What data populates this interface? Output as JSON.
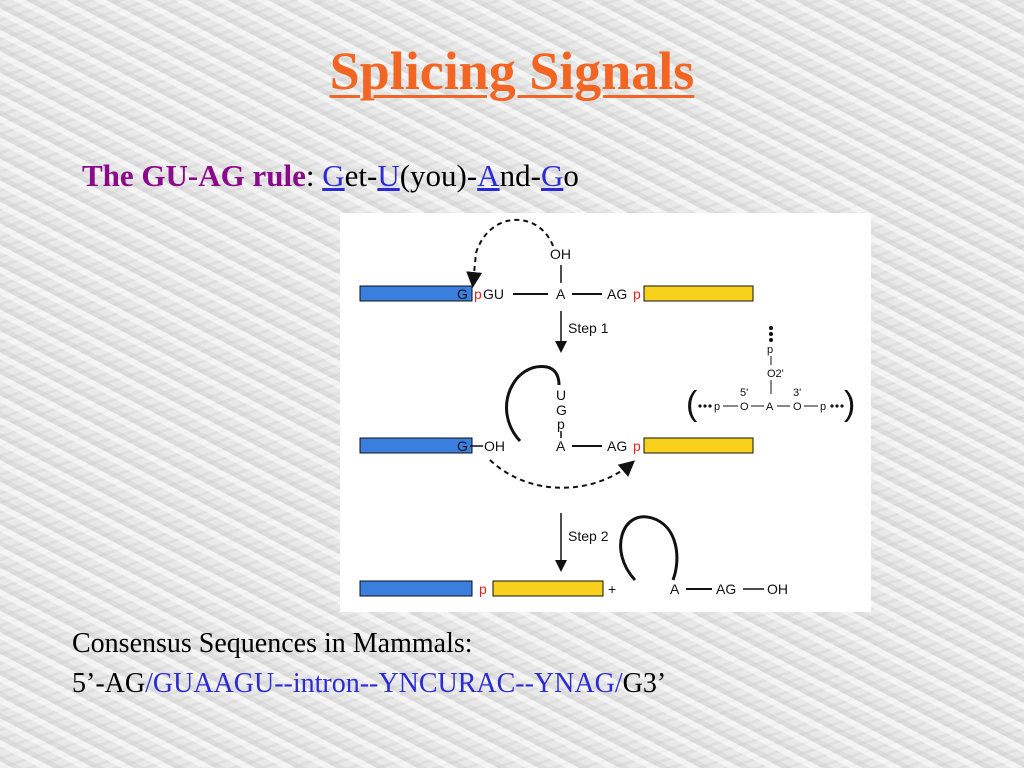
{
  "title": "Splicing Signals",
  "rule": {
    "lead": "The GU-AG rule",
    "colon": ": ",
    "parts": [
      "G",
      "et-",
      "U",
      "(you)-",
      "A",
      "nd-",
      "G",
      "o"
    ]
  },
  "figure": {
    "colors": {
      "exon1": "#3a7fde",
      "exon2": "#f7d11b",
      "phosphate": "#e2231a"
    },
    "step1": "Step 1",
    "step2": "Step 2",
    "row1": {
      "g": "G",
      "p": "p",
      "gu": "GU",
      "a": "A",
      "ag": "AG",
      "p2": "p",
      "oh": "OH"
    },
    "row2": {
      "u": "U",
      "g": "G",
      "p": "p",
      "a": "A",
      "g1": "G",
      "oh": "OH",
      "ag": "AG",
      "p2": "p"
    },
    "inset": {
      "p_top": "p",
      "o2": "O2'",
      "five": "5'",
      "three": "3'",
      "o_left": "O",
      "a": "A",
      "o_right": "O",
      "p_left": "p",
      "p_right": "p"
    },
    "row3": {
      "p": "p",
      "plus": "+",
      "a": "A",
      "ag": "AG",
      "oh": "OH"
    }
  },
  "consensus": {
    "line1": "Consensus Sequences in Mammals:",
    "prefix": "5’-AG",
    "blue": "/GUAAGU--intron--YNCURAC--YNAG/",
    "suffix": "G3’"
  }
}
